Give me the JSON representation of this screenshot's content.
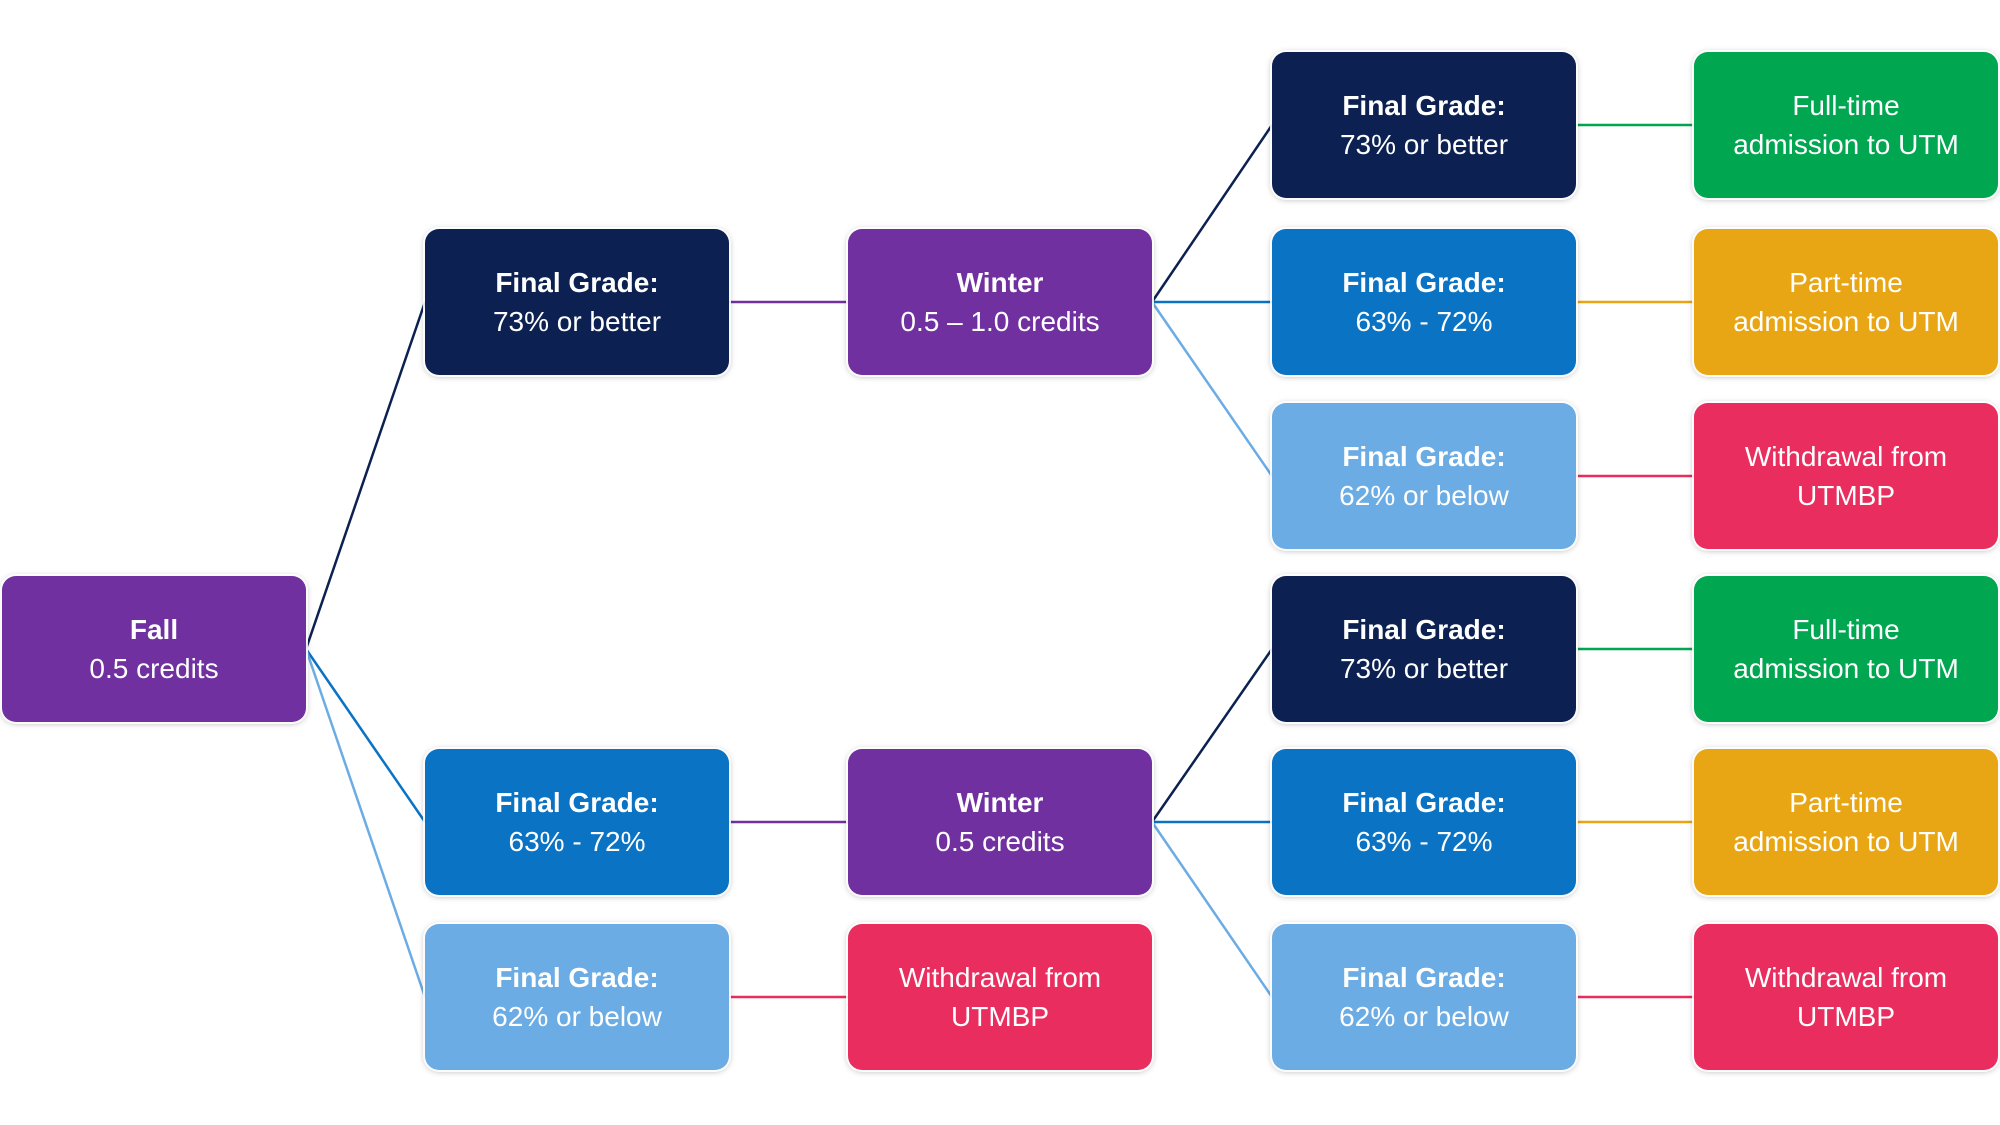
{
  "colors": {
    "purple": "#7030A0",
    "navy": "#0C2152",
    "blue": "#0A73C4",
    "lightblue": "#6CACE4",
    "green": "#00A650",
    "gold": "#E9A614",
    "pink": "#E92D5E",
    "background": "#FFFFFF",
    "text": "#FFFFFF"
  },
  "nodes": {
    "fall": {
      "line1": "Fall",
      "line2": "0.5 credits"
    },
    "fall_grade_73": {
      "line1": "Final Grade:",
      "line2": "73% or better"
    },
    "fall_grade_63": {
      "line1": "Final Grade:",
      "line2": "63% - 72%"
    },
    "fall_grade_62": {
      "line1": "Final Grade:",
      "line2": "62% or below"
    },
    "winter_full": {
      "line1": "Winter",
      "line2": "0.5 – 1.0 credits"
    },
    "winter_half": {
      "line1": "Winter",
      "line2": "0.5 credits"
    },
    "winter_full_grade_73": {
      "line1": "Final Grade:",
      "line2": "73% or better"
    },
    "winter_full_grade_63": {
      "line1": "Final Grade:",
      "line2": "63% - 72%"
    },
    "winter_full_grade_62": {
      "line1": "Final Grade:",
      "line2": "62% or below"
    },
    "winter_half_grade_73": {
      "line1": "Final Grade:",
      "line2": "73% or better"
    },
    "winter_half_grade_63": {
      "line1": "Final Grade:",
      "line2": "63% - 72%"
    },
    "winter_half_grade_62": {
      "line1": "Final Grade:",
      "line2": "62% or below"
    },
    "outcome_full_time_top": {
      "line1": "Full-time",
      "line2": "admission to UTM"
    },
    "outcome_part_time_top": {
      "line1": "Part-time",
      "line2": "admission to UTM"
    },
    "outcome_withdraw_top": {
      "line1": "Withdrawal from",
      "line2": "UTMBP"
    },
    "outcome_full_time_mid": {
      "line1": "Full-time",
      "line2": "admission to UTM"
    },
    "outcome_part_time_mid": {
      "line1": "Part-time",
      "line2": "admission to UTM"
    },
    "outcome_withdraw_mid": {
      "line1": "Withdrawal from",
      "line2": "UTMBP"
    },
    "outcome_withdraw_fall": {
      "line1": "Withdrawal from",
      "line2": "UTMBP"
    }
  }
}
